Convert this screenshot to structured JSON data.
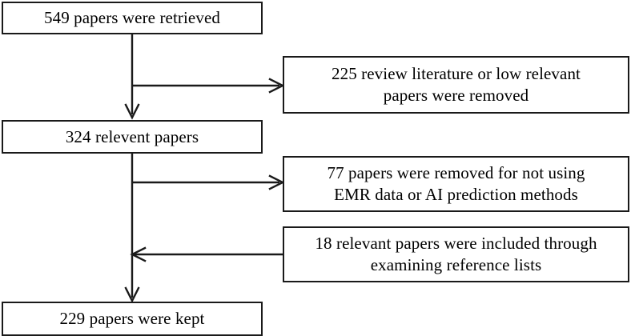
{
  "diagram": {
    "title": "Literature screening flow diagram",
    "type": "flowchart",
    "line_color": "#1a1a1a",
    "background_color": "#ffffff",
    "nodes": {
      "retrieved": {
        "label": "549 papers were retrieved",
        "count": 549
      },
      "relevant": {
        "label": "324 relevent papers",
        "count": 324
      },
      "kept": {
        "label": "229 papers were kept",
        "count": 229
      },
      "removed_review": {
        "label": "225 review literature or low relevant\npapers were removed",
        "count": 225
      },
      "removed_emr": {
        "label": "77 papers were removed for not using\nEMR data or AI prediction methods",
        "count": 77
      },
      "included_refs": {
        "label": "18 relevant papers were included through\nexamining reference lists",
        "count": 18
      }
    },
    "edges": [
      {
        "name": "retrieved-to-removed-review",
        "from": "retrieved",
        "to": "removed_review",
        "direction": "right"
      },
      {
        "name": "retrieved-to-relevant",
        "from": "retrieved",
        "to": "relevant",
        "direction": "down"
      },
      {
        "name": "relevant-to-removed-emr",
        "from": "relevant",
        "to": "removed_emr",
        "direction": "right"
      },
      {
        "name": "included-refs-to-trunk",
        "from": "included_refs",
        "to": "kept",
        "direction": "left"
      },
      {
        "name": "relevant-to-kept",
        "from": "relevant",
        "to": "kept",
        "direction": "down"
      }
    ]
  }
}
